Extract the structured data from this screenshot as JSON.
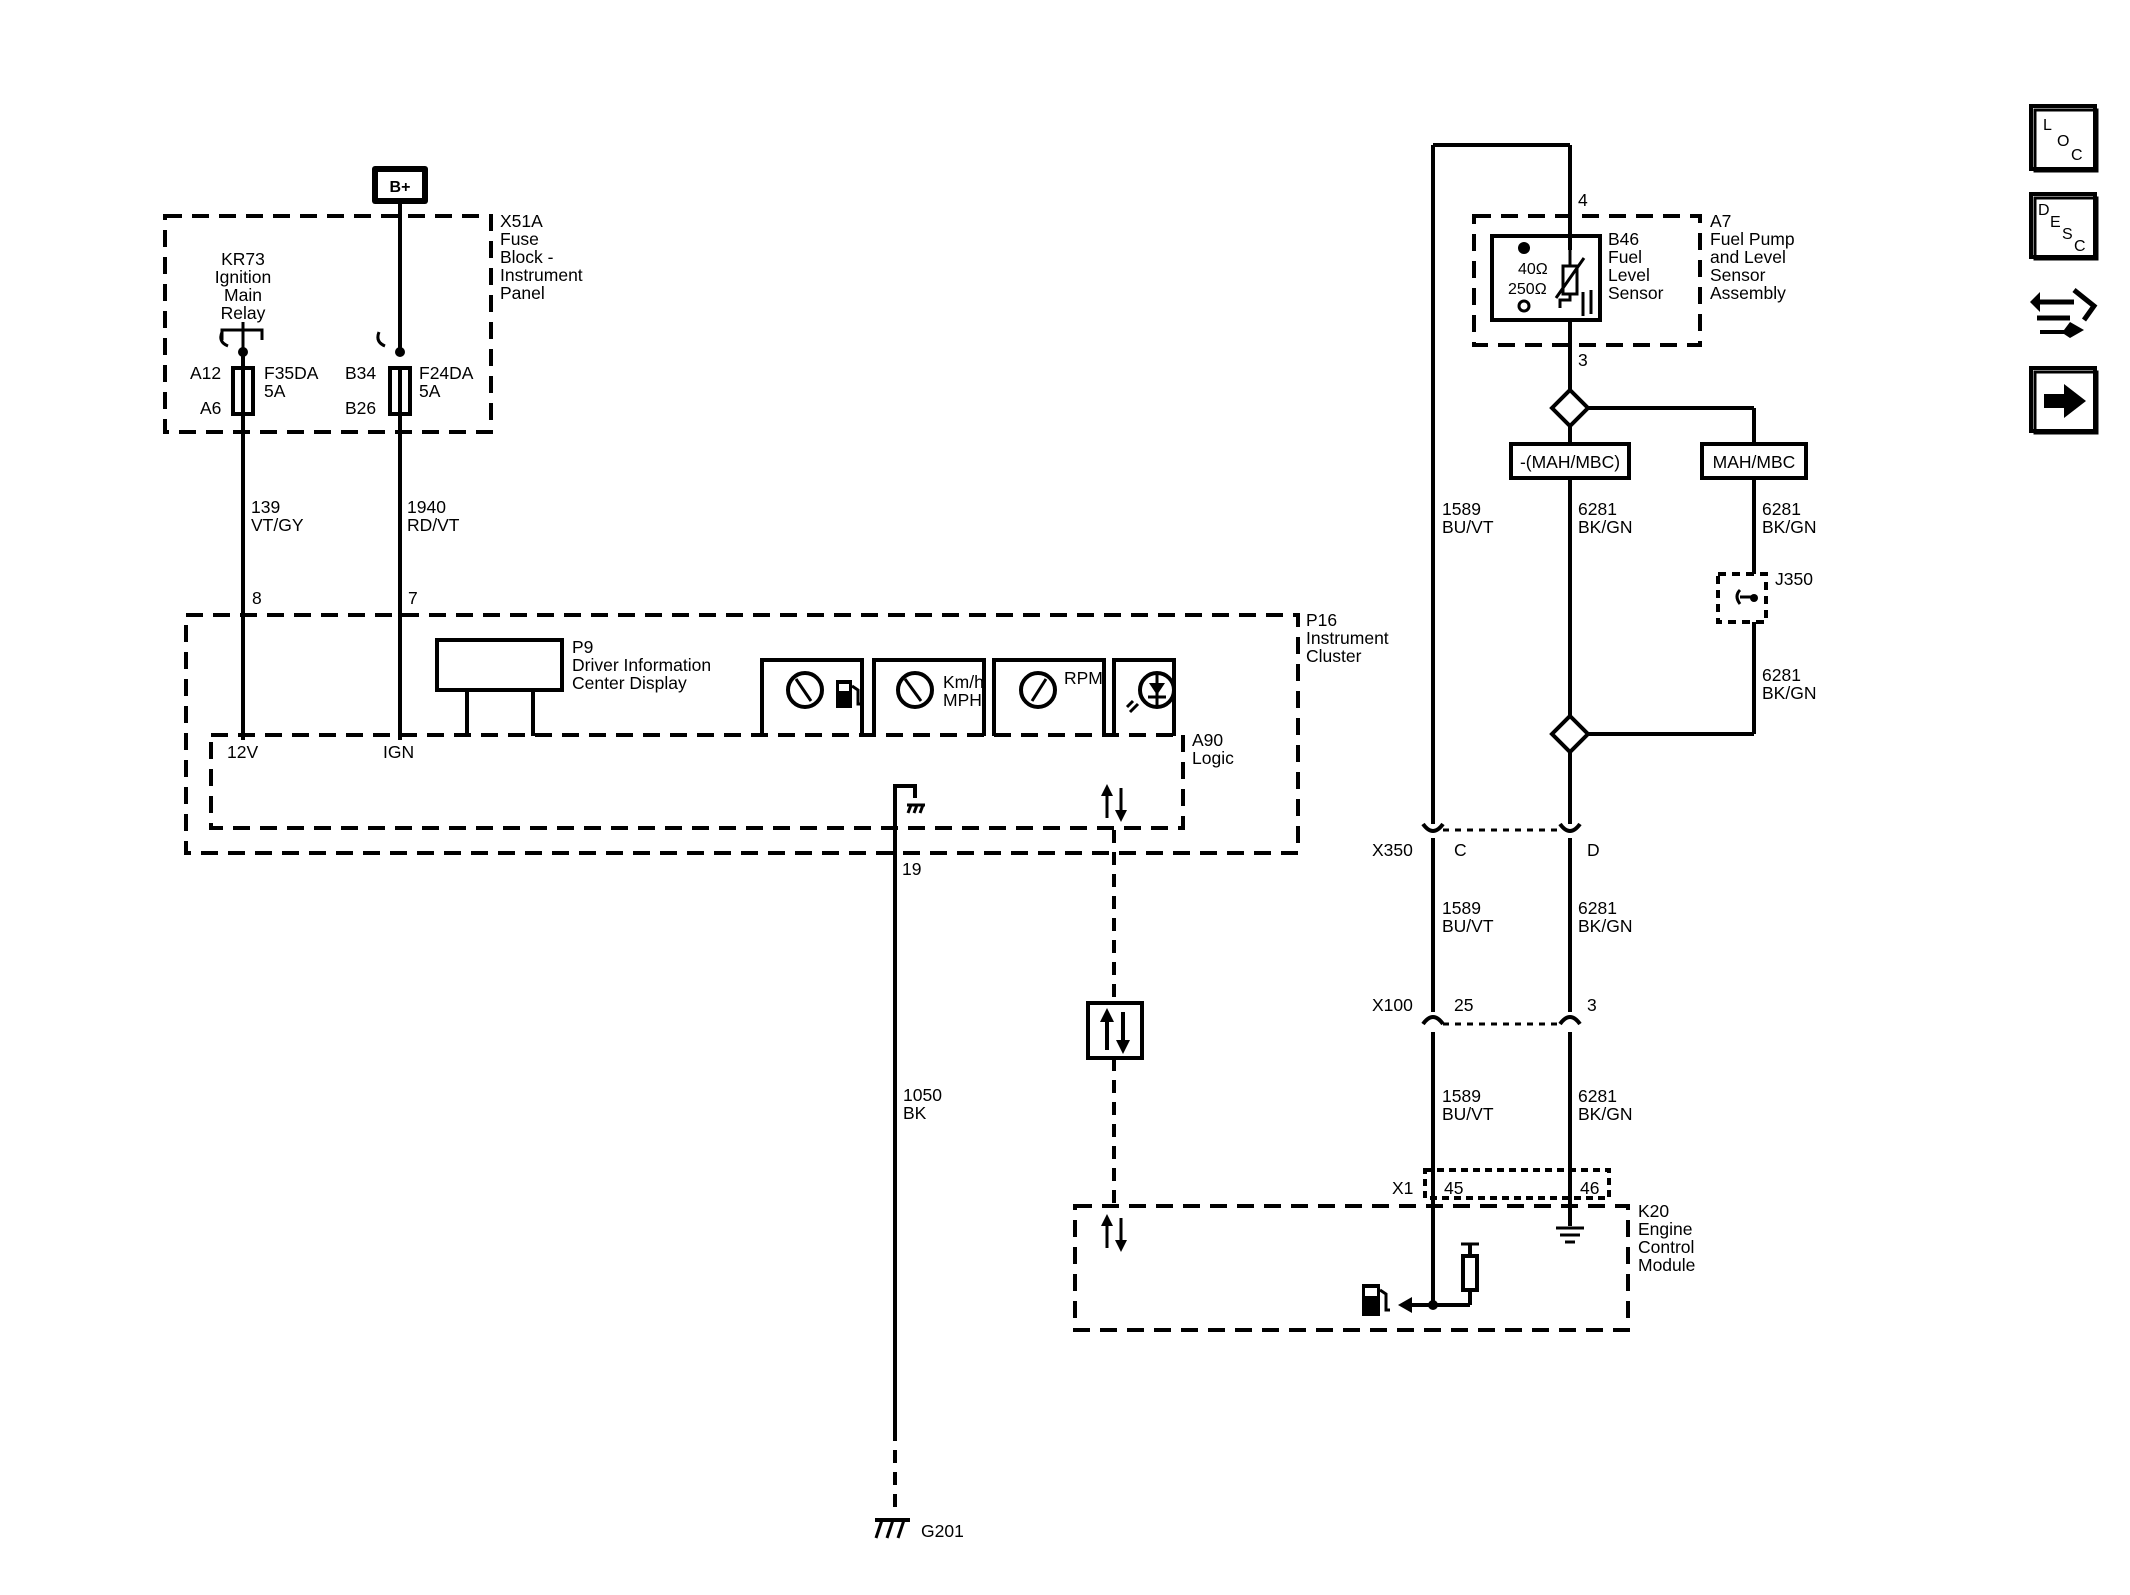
{
  "power_source": "B+",
  "fuse_block": {
    "id": "X51A",
    "name": [
      "Fuse",
      "Block -",
      "Instrument",
      "Panel"
    ],
    "relay": {
      "id": "KR73",
      "name": [
        "Ignition",
        "Main",
        "Relay"
      ]
    },
    "fuse1": {
      "id": "F35DA",
      "rating": "5A",
      "pin_in": "A12",
      "pin_out": "A6"
    },
    "fuse2": {
      "id": "F24DA",
      "rating": "5A",
      "pin_in": "B34",
      "pin_out": "B26"
    }
  },
  "wires": {
    "w139": {
      "circuit": "139",
      "color": "VT/GY"
    },
    "w1940": {
      "circuit": "1940",
      "color": "RD/VT"
    },
    "w1050": {
      "circuit": "1050",
      "color": "BK"
    },
    "w1589_a": {
      "circuit": "1589",
      "color": "BU/VT"
    },
    "w1589_b": {
      "circuit": "1589",
      "color": "BU/VT"
    },
    "w1589_c": {
      "circuit": "1589",
      "color": "BU/VT"
    },
    "w6281_a": {
      "circuit": "6281",
      "color": "BK/GN"
    },
    "w6281_b": {
      "circuit": "6281",
      "color": "BK/GN"
    },
    "w6281_c": {
      "circuit": "6281",
      "color": "BK/GN"
    },
    "w6281_d": {
      "circuit": "6281",
      "color": "BK/GN"
    },
    "w6281_e": {
      "circuit": "6281",
      "color": "BK/GN"
    }
  },
  "cluster": {
    "id": "P16",
    "name": [
      "Instrument",
      "Cluster"
    ],
    "pin_12v": "8",
    "pin_ign": "7",
    "pin_gnd": "19",
    "label_12v": "12V",
    "label_ign": "IGN",
    "display": {
      "id": "P9",
      "name": [
        "Driver Information",
        "Center Display"
      ]
    },
    "logic": {
      "id": "A90",
      "name": "Logic"
    },
    "gauge_speed": [
      "Km/h",
      "MPH"
    ],
    "gauge_rpm": "RPM"
  },
  "ground": {
    "id": "G201"
  },
  "fuel_pump": {
    "id": "A7",
    "name": [
      "Fuel Pump",
      "and Level",
      "Sensor",
      "Assembly"
    ],
    "sensor": {
      "id": "B46",
      "name": [
        "Fuel",
        "Level",
        "Sensor"
      ],
      "r_low": "40Ω",
      "r_high": "250Ω"
    },
    "pin_top": "4",
    "pin_bottom": "3"
  },
  "options": {
    "left": "-(MAH/MBC)",
    "right": "MAH/MBC"
  },
  "splice": {
    "id": "J350"
  },
  "connectors": {
    "x350": {
      "id": "X350",
      "pin_a": "C",
      "pin_b": "D"
    },
    "x100": {
      "id": "X100",
      "pin_a": "25",
      "pin_b": "3"
    },
    "x1": {
      "id": "X1",
      "pin_a": "45",
      "pin_b": "46"
    }
  },
  "ecm": {
    "id": "K20",
    "name": [
      "Engine",
      "Control",
      "Module"
    ]
  },
  "toolbar": {
    "loc": [
      "L",
      "O",
      "C"
    ],
    "desc": [
      "D",
      "E",
      "S",
      "C"
    ]
  }
}
